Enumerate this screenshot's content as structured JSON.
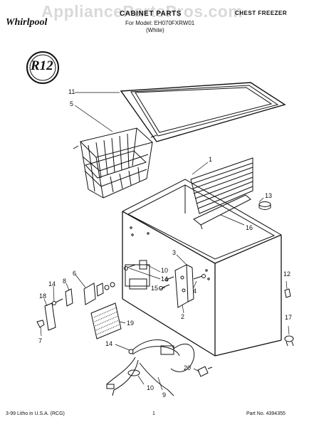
{
  "header": {
    "brand": "Whirlpool",
    "title": "CABINET PARTS",
    "model_line": "For Model: EH070FXRW01",
    "variant": "(White)",
    "category": "CHEST FREEZER",
    "watermark": "AppliancePartsPros.com"
  },
  "badge": {
    "text": "R12"
  },
  "callouts": [
    "1",
    "2",
    "3",
    "4",
    "5",
    "6",
    "7",
    "8",
    "9",
    "10",
    "10",
    "11",
    "12",
    "13",
    "14",
    "14",
    "14",
    "15",
    "16",
    "17",
    "18",
    "19",
    "20"
  ],
  "footer": {
    "left": "3-99 Litho in U.S.A. (RCG)",
    "center": "1",
    "right": "Part No. 4394355"
  }
}
